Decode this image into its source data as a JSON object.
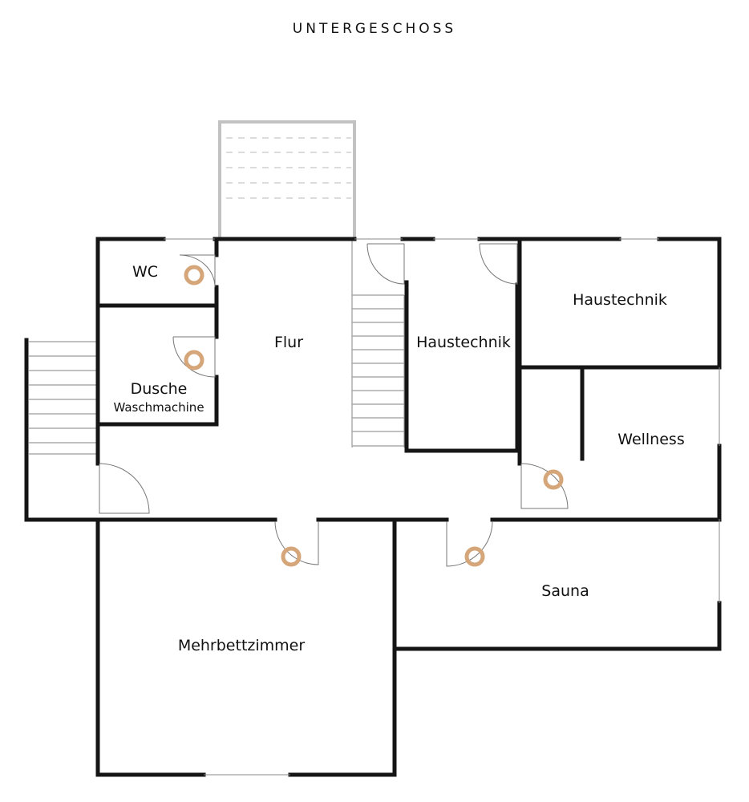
{
  "title": "UNTERGESCHOSS",
  "rooms": {
    "wc": "WC",
    "dusche": "Dusche",
    "waschmachine": "Waschmachine",
    "flur": "Flur",
    "haustechnik_1": "Haustechnik",
    "haustechnik_2": "Haustechnik",
    "wellness": "Wellness",
    "sauna": "Sauna",
    "mehrbettzimmer": "Mehrbettzimmer"
  },
  "colors": {
    "wall": "#151515",
    "marker": "#d5a67a",
    "terrace": "#c2c2c2"
  }
}
